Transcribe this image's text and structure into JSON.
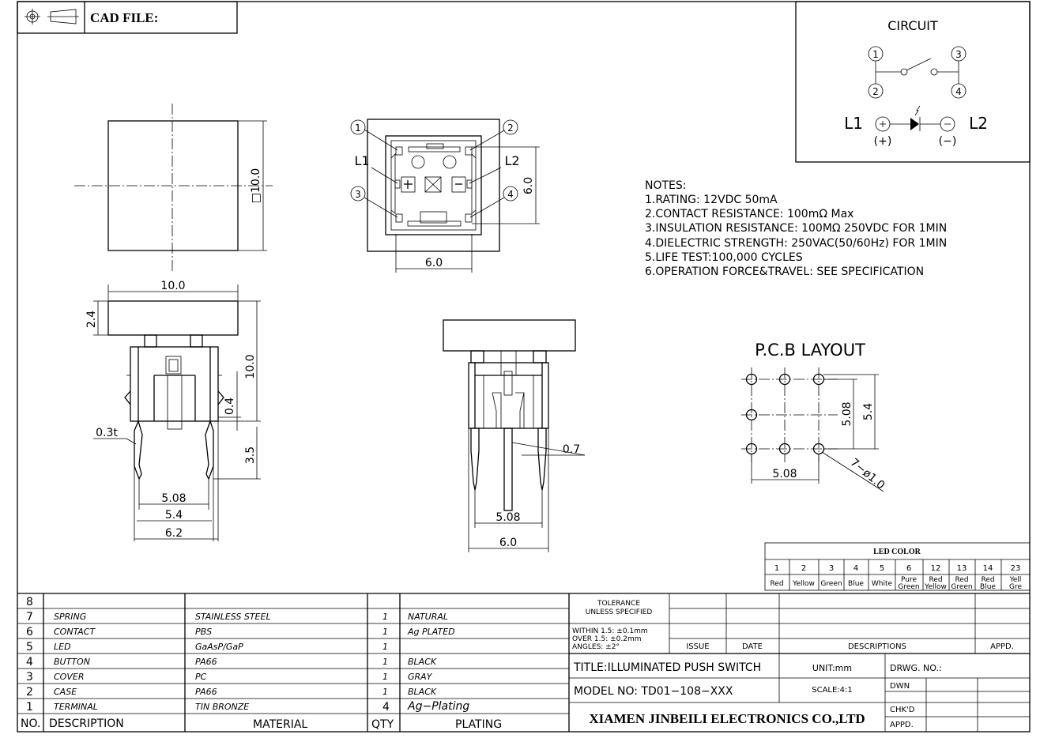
{
  "header": {
    "cad_label": "CAD FILE:"
  },
  "circuit": {
    "title": "CIRCUIT",
    "pins": [
      "1",
      "2",
      "3",
      "4"
    ],
    "led_left": "L1",
    "led_right": "L2",
    "plus": "(+)",
    "minus": "(−)"
  },
  "top_view": {
    "pins": [
      "1",
      "2",
      "3",
      "4"
    ],
    "l1": "L1",
    "l2": "L2",
    "dim_height": "6.0",
    "dim_width": "6.0"
  },
  "square_view": {
    "dim": "□10.0"
  },
  "side_view": {
    "dim_top": "10.0",
    "dim_cap": "2.4",
    "dim_height": "10.0",
    "dim_gap": "0.4",
    "dim_pin": "3.5",
    "dim_thick": "0.3t",
    "dim_508": "5.08",
    "dim_54": "5.4",
    "dim_62": "6.2"
  },
  "front_view": {
    "dim_07": "0.7",
    "dim_508": "5.08",
    "dim_60": "6.0"
  },
  "notes": {
    "title": "NOTES:",
    "lines": [
      "1.RATING: 12VDC 50mA",
      "2.CONTACT RESISTANCE: 100mΩ Max",
      "3.INSULATION RESISTANCE: 100MΩ 250VDC FOR 1MIN",
      "4.DIELECTRIC STRENGTH: 250VAC(50/60Hz) FOR 1MIN",
      "5.LIFE TEST:100,000 CYCLES",
      "6.OPERATION FORCE&TRAVEL: SEE SPECIFICATION"
    ]
  },
  "pcb": {
    "title": "P.C.B LAYOUT",
    "dim_508v": "5.08",
    "dim_54": "5.4",
    "dim_508h": "5.08",
    "dim_hole": "7−ø1.0"
  },
  "led_color": {
    "title": "LED COLOR",
    "codes": [
      "1",
      "2",
      "3",
      "4",
      "5",
      "6",
      "12",
      "13",
      "14",
      "23"
    ],
    "colors": [
      [
        "Red"
      ],
      [
        "Yellow"
      ],
      [
        "Green"
      ],
      [
        "Blue"
      ],
      [
        "White"
      ],
      [
        "Pure",
        "Green"
      ],
      [
        "Red",
        "Yellow"
      ],
      [
        "Red",
        "Green"
      ],
      [
        "Red",
        "Blue"
      ],
      [
        "Yell",
        "Gre"
      ]
    ]
  },
  "bom": {
    "rows": [
      {
        "no": "8",
        "desc": "",
        "mat": "",
        "qty": "",
        "plat": ""
      },
      {
        "no": "7",
        "desc": "SPRING",
        "mat": "STAINLESS STEEL",
        "qty": "1",
        "plat": "NATURAL"
      },
      {
        "no": "6",
        "desc": "CONTACT",
        "mat": "PBS",
        "qty": "1",
        "plat": "Ag PLATED"
      },
      {
        "no": "5",
        "desc": "LED",
        "mat": "GaAsP/GaP",
        "qty": "1",
        "plat": ""
      },
      {
        "no": "4",
        "desc": "BUTTON",
        "mat": "PA66",
        "qty": "1",
        "plat": "BLACK"
      },
      {
        "no": "3",
        "desc": "COVER",
        "mat": "PC",
        "qty": "1",
        "plat": "GRAY"
      },
      {
        "no": "2",
        "desc": "CASE",
        "mat": "PA66",
        "qty": "1",
        "plat": "BLACK"
      },
      {
        "no": "1",
        "desc": "TERMINAL",
        "mat": "TIN BRONZE",
        "qty": "4",
        "plat": "Ag−Plating"
      }
    ],
    "header": {
      "no": "NO.",
      "desc": "DESCRIPTION",
      "mat": "MATERIAL",
      "qty": "QTY",
      "plat": "PLATING"
    }
  },
  "title_block": {
    "tol_1": "TOLERANCE",
    "tol_2": "UNLESS SPECIFIED",
    "tol_3": "WITHIN 1.5: ±0.1mm",
    "tol_4": "OVER 1.5:  ±0.2mm",
    "tol_5": "ANGLES: ±2°",
    "issue": "ISSUE",
    "date": "DATE",
    "descriptions": "DESCRIPTIONS",
    "appd": "APPD.",
    "title": "TITLE:ILLUMINATED PUSH SWITCH",
    "unit": "UNIT:mm",
    "drwg": "DRWG. NO.:",
    "model": "MODEL NO: TD01−108−XXX",
    "scale": "SCALE:4:1",
    "dwn": "DWN",
    "chkd": "CHK'D",
    "appd2": "APPD.",
    "company": "XIAMEN JINBEILI ELECTRONICS CO.,LTD"
  }
}
